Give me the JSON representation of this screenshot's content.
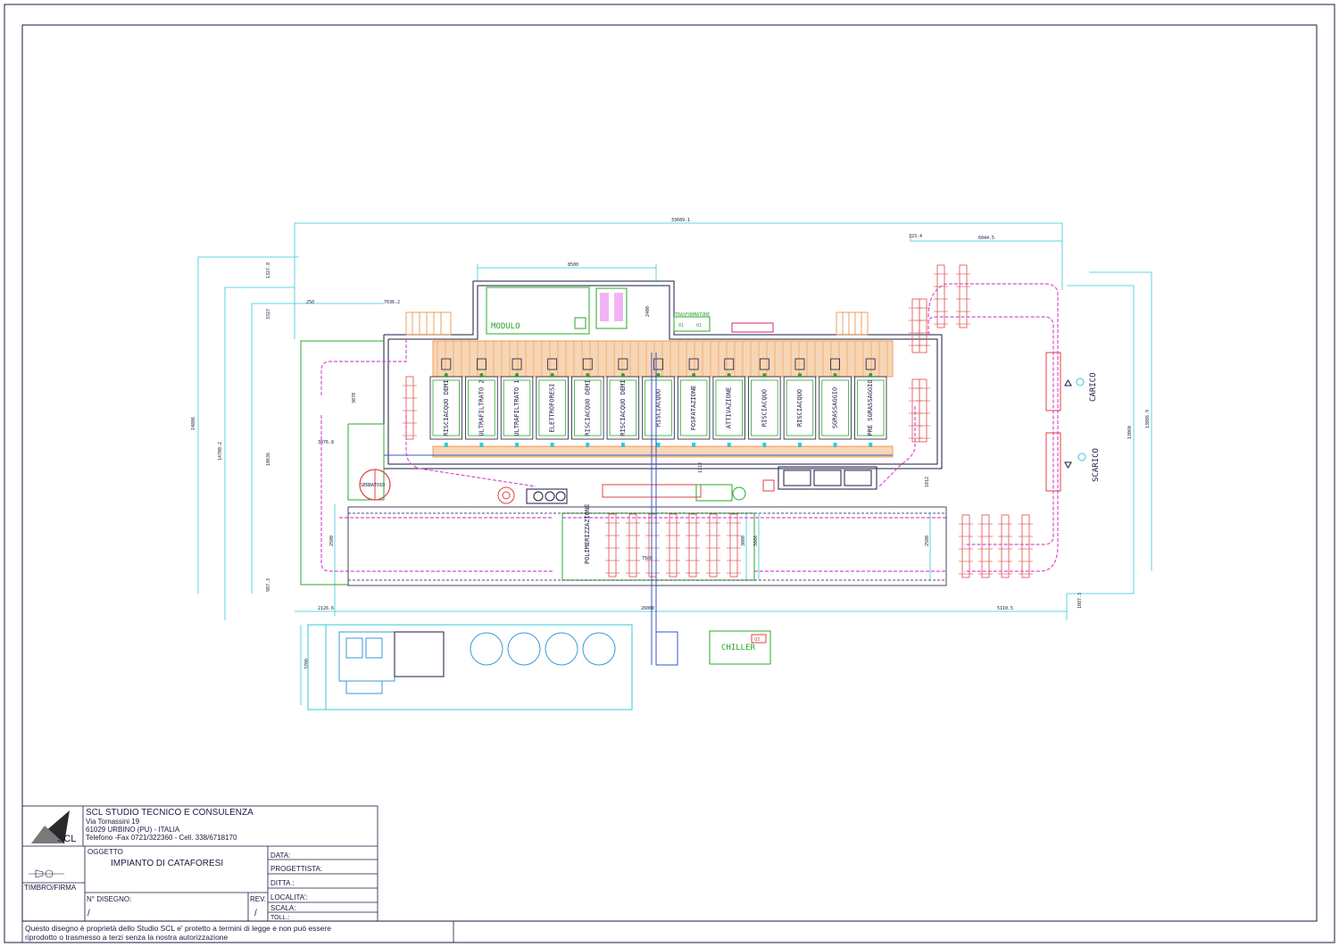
{
  "drawing": {
    "overall_dims": [
      "33689.1",
      "8500",
      "6044.5",
      "323.4",
      "7636.2",
      "250",
      "3327",
      "1327.8",
      "14806",
      "14700.2",
      "10636",
      "3076.8",
      "987.3",
      "2126.6",
      "26000",
      "5110.5",
      "13060",
      "13086.9",
      "1087.3",
      "2400",
      "3070",
      "1112",
      "2500",
      "3000",
      "3000",
      "2500",
      "7500",
      "1012",
      "3700"
    ],
    "top_labels": {
      "modulo": "MODULO",
      "trasformatore": "TRASFORMATORE",
      "trasf_units": [
        "01",
        "01"
      ]
    },
    "tanks": [
      "RISCIACQUO DEMI",
      "ULTRAFILTRATO 2",
      "ULTRAFILTRATO 1",
      "ELETTROFORESI",
      "RISCIACQUO DEMI",
      "RISCIACQUO DEMI",
      "RISCIACQUO",
      "FOSFATAZIONE",
      "ATTIVAZIONE",
      "RISCIACQUO",
      "RISCIACQUO",
      "SGRASSAGGIO",
      "PRE SGRASSAGGIO"
    ],
    "side_labels": {
      "carico": "CARICO",
      "scarico": "SCARICO",
      "polimerizzazione": "POLIMERIZZAZIONE",
      "chiller": "CHILLER",
      "chiller_tag": "Q3",
      "ultrafilter_tag": "SERBATOIO"
    }
  },
  "title_block": {
    "company_name": "SCL STUDIO TECNICO E CONSULENZA",
    "address_line1": "Via Tomassini 19",
    "address_line2": "61029 URBINO (PU) - ITALIA",
    "contacts": "Telefono -Fax 0721/322360 - Cell. 338/6718170",
    "logo_text": "SCL",
    "oggetto_label": "OGGETTO",
    "oggetto_value": "IMPIANTO DI CATAFORESI",
    "timbro_label": "TIMBRO/FIRMA",
    "n_disegno_label": "N° DISEGNO:",
    "n_disegno_value": "/",
    "rev_label": "REV.",
    "rev_value": "/",
    "fields": [
      "DATA:",
      "PROGETTISTA:",
      "DITTA :",
      "LOCALITA':",
      "SCALA:",
      "TOLL.:"
    ],
    "disclaimer_line1": "Questo disegno è proprietà dello Studio SCL e' protetto a termini di legge e non può essere",
    "disclaimer_line2": "riprodotto o trasmesso a terzi senza la nostra autorizzazione"
  },
  "colors": {
    "line": "#1a1a40",
    "dimension": "#35c8d8",
    "conveyor": "#d64fd6",
    "tank": "#2aa82a",
    "hot": "#e88a3a",
    "red": "#e04040",
    "blue": "#3a55c8"
  }
}
